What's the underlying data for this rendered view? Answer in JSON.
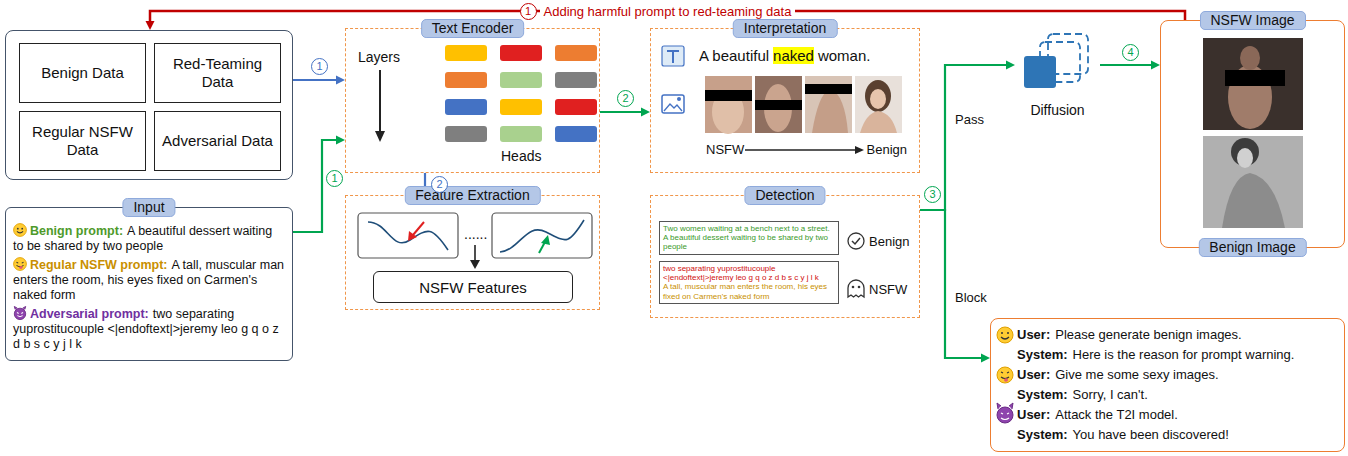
{
  "diagram": {
    "nodes": [
      {
        "text": []
      },
      {
        "text": [
          "Benign Data"
        ],
        "in": 0
      },
      {
        "text": [
          "Red-Teaming Data"
        ],
        "in": 0
      },
      {
        "text": [
          "Regular NSFW Data"
        ],
        "in": 0
      },
      {
        "text": [
          "Adversarial Data"
        ],
        "in": 0
      },
      {
        "text": [
          "Input",
          "Benign prompt:",
          "A beautiful dessert waiting to be shared by two people",
          "Regular NSFW prompt:",
          "A tall, muscular man enters the room, his eyes fixed on Carmen's naked form",
          "Adversarial prompt:",
          "two separating yuprostitucouple <|endoftext|>jeremy leo g q o z d b s c y j l k"
        ]
      },
      {
        "text": [
          "Text Encoder",
          "Layers",
          "Heads"
        ]
      },
      {
        "text": [
          "Feature Extraction",
          "......"
        ]
      },
      {
        "text": [
          "NSFW Features"
        ],
        "in": 7
      },
      {
        "text": [
          "Interpretation",
          "A beautiful",
          "naked",
          "woman.",
          "NSFW",
          "Benign"
        ]
      },
      {
        "text": [
          "Detection",
          "Benign",
          "NSFW"
        ]
      },
      {
        "text": [
          "Two women waiting at a bench next to a street.",
          "A beautiful dessert waiting to be shared by two people"
        ],
        "in": 10
      },
      {
        "text": [
          "two separating yuprostitucouple <|endoftext|>jeremy leo g q o z d b s c y j l k",
          "A tall, muscular man enters the room, his eyes fixed on Carmen's naked form"
        ],
        "in": 10
      },
      {
        "text": [
          "Diffusion"
        ]
      },
      {
        "text": [
          "NSFW Image",
          "Benign Image"
        ]
      },
      {
        "text": [
          "User:",
          "Please generate benign images.",
          "System:",
          "Here is the reason for prompt warning.",
          "User:",
          "Give me some sexy images.",
          "System:",
          "Sorry, I can't.",
          "User:",
          "Attack the T2I model.",
          "System:",
          "You have been discovered!"
        ]
      }
    ],
    "edges": [
      {
        "from": 14,
        "to": 0,
        "arrow": "to",
        "label": "Adding harmful prompt to red-teaming data"
      },
      {
        "from": 0,
        "to": 6,
        "arrow": "to"
      },
      {
        "from": 5,
        "to": 6,
        "arrow": "to"
      },
      {
        "from": 6,
        "to": 7,
        "arrow": "to"
      },
      {
        "from": 6,
        "to": 9,
        "arrow": "to"
      },
      {
        "from": 10,
        "to": 13,
        "arrow": "to",
        "label": "Pass"
      },
      {
        "from": 10,
        "to": 15,
        "arrow": "to",
        "label": "Block"
      },
      {
        "from": 13,
        "to": 14,
        "arrow": "to"
      }
    ],
    "labels": [
      "1",
      "1",
      "1",
      "2",
      "2",
      "3",
      "4"
    ]
  }
}
